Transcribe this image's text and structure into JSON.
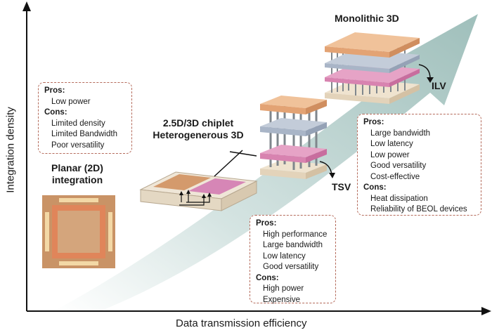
{
  "axes": {
    "x_label": "Data transmission efficiency",
    "y_label": "Integration density"
  },
  "stages": {
    "planar": {
      "title_line1": "Planar (2D)",
      "title_line2": "integration",
      "pros_header": "Pros:",
      "pros": [
        "Low power"
      ],
      "cons_header": "Cons:",
      "cons": [
        "Limited density",
        "Limited Bandwidth",
        "Poor versatility"
      ]
    },
    "chiplet": {
      "title_line1": "2.5D/3D chiplet",
      "title_line2": "Heterogenerous 3D",
      "via_label": "TSV",
      "pros_header": "Pros:",
      "pros": [
        "High performance",
        "Large bandwidth",
        "Low latency",
        "Good versatility"
      ],
      "cons_header": "Cons:",
      "cons": [
        "High power",
        "Expensive"
      ]
    },
    "monolithic": {
      "title": "Monolithic 3D",
      "via_label": "ILV",
      "pros_header": "Pros:",
      "pros": [
        "Large bandwidth",
        "Low latency",
        "Low power",
        "Good versatility",
        "Cost-effective"
      ],
      "cons_header": "Cons:",
      "cons": [
        "Heat dissipation",
        "Reliability of BEOL devices"
      ]
    }
  },
  "colors": {
    "arrow": "#b9d2cf",
    "copper": "#e0a67a",
    "pink": "#e08ab5",
    "blue_gray": "#a7b4c6",
    "base": "#e7dccb",
    "pillar": "#8e9499",
    "border": "#b46a5a"
  }
}
